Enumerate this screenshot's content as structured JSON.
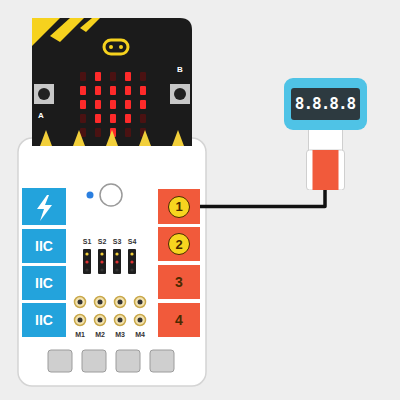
{
  "diagram": {
    "nodes": [
      {
        "text": [
          "8.8.8.8"
        ]
      },
      {
        "text": [
          "1"
        ]
      },
      {
        "text": [
          "IIC"
        ]
      },
      {
        "text": [
          "2"
        ]
      },
      {
        "text": [
          "IIC"
        ]
      },
      {
        "text": [
          "3"
        ]
      },
      {
        "text": [
          "IIC"
        ]
      },
      {
        "text": [
          "4"
        ]
      }
    ],
    "edges": [
      {
        "from": 1,
        "to": 0,
        "arrow": "none"
      }
    ],
    "labels": [
      "A",
      "B",
      "S1",
      "S2",
      "S3",
      "S4",
      "M1",
      "M2",
      "M3",
      "M4"
    ]
  }
}
